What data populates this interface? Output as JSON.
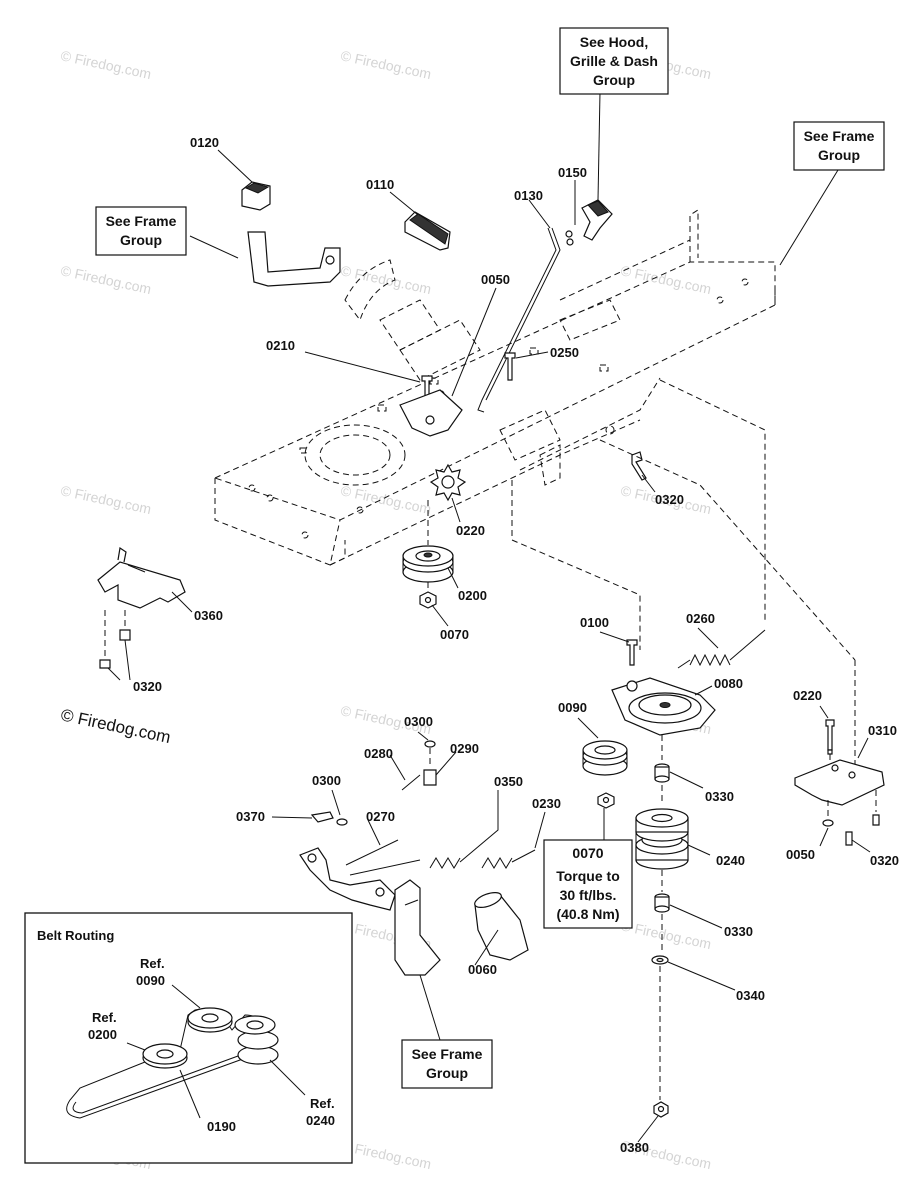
{
  "watermark": "© Firedog.com",
  "copyright": "© Firedog.com",
  "callouts": {
    "hood_grille_dash": [
      "See Hood,",
      "Grille & Dash",
      "Group"
    ],
    "frame_top_right": [
      "See Frame",
      "Group"
    ],
    "frame_left": [
      "See Frame",
      "Group"
    ],
    "frame_bottom": [
      "See Frame",
      "Group"
    ],
    "torque": [
      "Torque to",
      "30 ft/lbs.",
      "(40.8 Nm)"
    ]
  },
  "parts": {
    "p0120": "0120",
    "p0110": "0110",
    "p0130": "0130",
    "p0150": "0150",
    "p0050a": "0050",
    "p0250": "0250",
    "p0210": "0210",
    "p0320a": "0320",
    "p0220a": "0220",
    "p0200": "0200",
    "p0070a": "0070",
    "p0360": "0360",
    "p0320b": "0320",
    "p0100": "0100",
    "p0260": "0260",
    "p0080": "0080",
    "p0090": "0090",
    "p0220b": "0220",
    "p0310": "0310",
    "p0300a": "0300",
    "p0290": "0290",
    "p0280": "0280",
    "p0300b": "0300",
    "p0370": "0370",
    "p0270": "0270",
    "p0350": "0350",
    "p0230": "0230",
    "p0330a": "0330",
    "p0070b": "0070",
    "p0240": "0240",
    "p0050b": "0050",
    "p0320c": "0320",
    "p0060": "0060",
    "p0330b": "0330",
    "p0340": "0340",
    "p0380": "0380"
  },
  "belt_routing": {
    "title": "Belt Routing",
    "ref_0090": [
      "Ref.",
      "0090"
    ],
    "ref_0200": [
      "Ref.",
      "0200"
    ],
    "ref_0240": [
      "Ref.",
      "0240"
    ],
    "belt": "0190"
  }
}
